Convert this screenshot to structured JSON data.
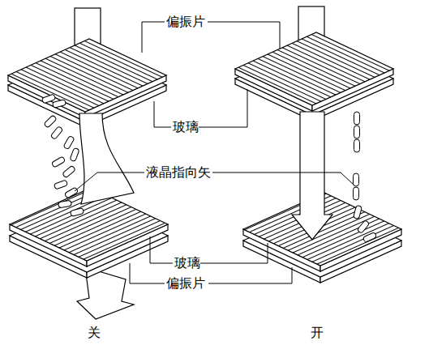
{
  "diagram": {
    "labels": [
      "偏振片",
      "玻璃",
      "液晶指向矢",
      "玻璃",
      "偏振片",
      "关",
      "开"
    ]
  }
}
